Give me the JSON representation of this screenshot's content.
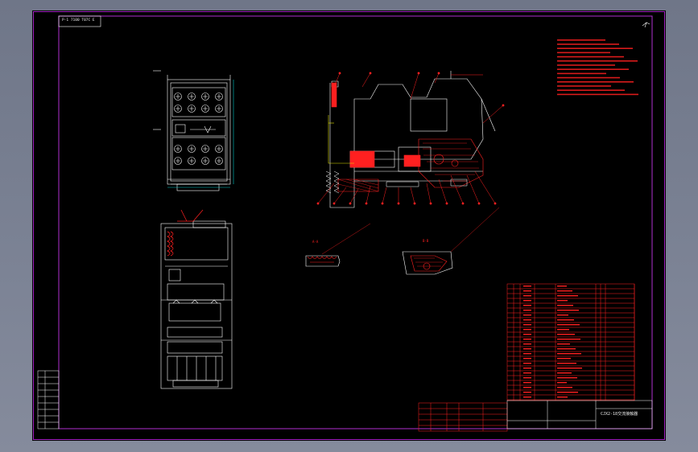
{
  "drawing": {
    "header_code": "P-1 7100 T07C   E",
    "title_block": {
      "title": "CJX2-18交流接触器"
    },
    "section_labels": [
      "A-A",
      "B-B"
    ],
    "colors": {
      "background": "#000000",
      "frame": "#a020c0",
      "outline": "#ffffff",
      "section": "#ff2020",
      "dimension": "#00c8c8",
      "window": "#7c8395"
    }
  }
}
